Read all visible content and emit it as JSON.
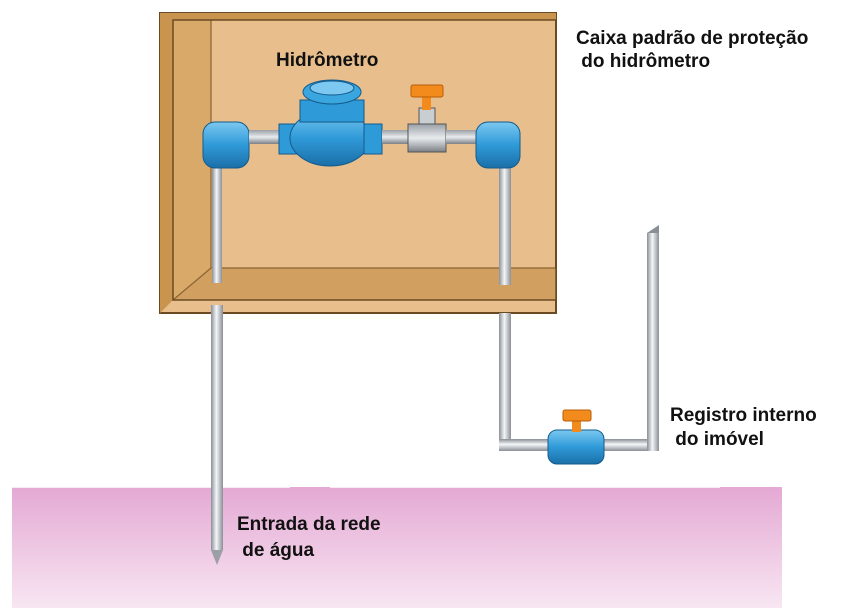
{
  "labels": {
    "meter": "Hidrômetro",
    "box_line1": "Caixa padrão de proteção",
    "box_line2": " do hidrômetro",
    "valve_line1": "Registro interno",
    "valve_line2": " do imóvel",
    "entry_line1": "Entrada da rede",
    "entry_line2": " de água"
  },
  "colors": {
    "box_fill": "#e8bf8c",
    "box_dark": "#c9944e",
    "pipe_blue": "#2f9ad8",
    "handle_orange": "#f28a1c",
    "ground_top": "#e4a9d4",
    "ground_bottom": "#f7e2f0"
  }
}
